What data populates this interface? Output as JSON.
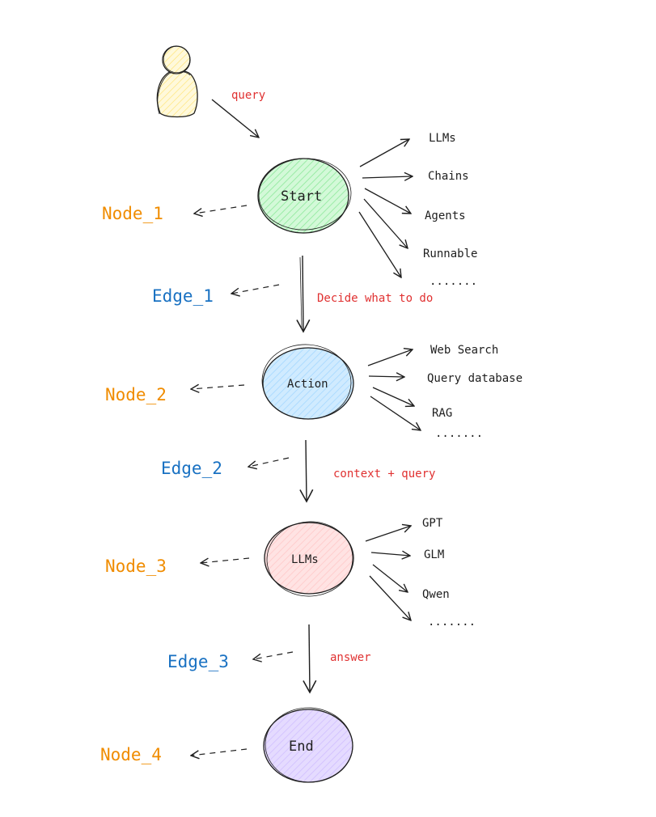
{
  "colors": {
    "node_label": "#f08c00",
    "edge_label": "#1971c2",
    "edge_annot": "#e03131",
    "ink": "#1e1e1e",
    "start_fill": "#b2f2bb",
    "action_fill": "#a5d8ff",
    "llms_fill": "#ffc9c9",
    "end_fill": "#d0bfff",
    "user_fill": "#fff3bf"
  },
  "user": {
    "query_label": "query"
  },
  "nodes": [
    {
      "text": "Start",
      "side_label": "Node_1"
    },
    {
      "text": "Action",
      "side_label": "Node_2"
    },
    {
      "text": "LLMs",
      "side_label": "Node_3"
    },
    {
      "text": "End",
      "side_label": "Node_4"
    }
  ],
  "edges": [
    {
      "side_label": "Edge_1",
      "annotation": "Decide what to do"
    },
    {
      "side_label": "Edge_2",
      "annotation": "context + query"
    },
    {
      "side_label": "Edge_3",
      "annotation": "answer"
    }
  ],
  "branches": {
    "start": [
      "LLMs",
      "Chains",
      "Agents",
      "Runnable",
      "......."
    ],
    "action": [
      "Web Search",
      "Query database",
      "RAG",
      "......."
    ],
    "llms": [
      "GPT",
      "GLM",
      "Qwen",
      "......."
    ]
  }
}
